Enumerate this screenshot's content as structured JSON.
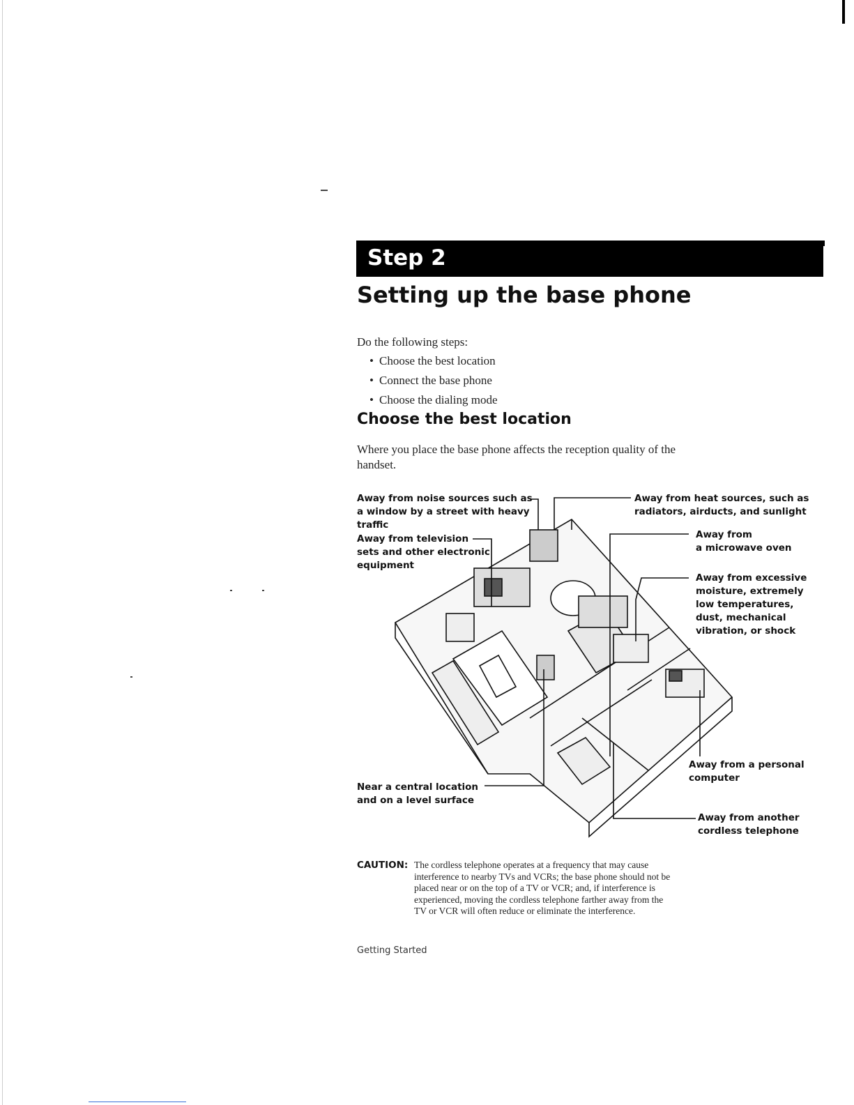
{
  "header": {
    "step_label": "Step 2",
    "page_title": "Setting up the base phone"
  },
  "intro": {
    "lead": "Do the following steps:",
    "bullets": [
      "Choose the best location",
      "Connect the base phone",
      "Choose the dialing mode"
    ]
  },
  "section": {
    "heading": "Choose the best location",
    "paragraph_line1": "Where you place the base phone affects the reception quality of the",
    "paragraph_line2": "handset."
  },
  "illustration": {
    "callouts": {
      "noise": [
        "Away from noise sources such as",
        "a window by a street with heavy",
        "traffic"
      ],
      "tv": [
        "Away from television",
        "sets and other electronic",
        "equipment"
      ],
      "heat": [
        "Away from heat sources, such as",
        "radiators, airducts, and sunlight"
      ],
      "microwave": [
        "Away from",
        "a microwave oven"
      ],
      "moisture": [
        "Away from excessive",
        "moisture, extremely",
        "low temperatures,",
        "dust, mechanical",
        "vibration, or shock"
      ],
      "computer": [
        "Away from a personal",
        "computer"
      ],
      "central": [
        "Near a central location",
        "and on a level surface"
      ],
      "cordless": [
        "Away from another",
        "cordless telephone"
      ]
    }
  },
  "caution": {
    "label": "CAUTION:",
    "lines": [
      "The cordless telephone operates at a frequency that may cause",
      "interference to nearby TVs and VCRs; the base phone should not be",
      "placed near or on the top of a TV or VCR; and, if interference is",
      "experienced, moving the cordless telephone farther away from the",
      "TV or VCR will often reduce or eliminate the interference."
    ]
  },
  "footer": {
    "text": "Getting Started"
  }
}
